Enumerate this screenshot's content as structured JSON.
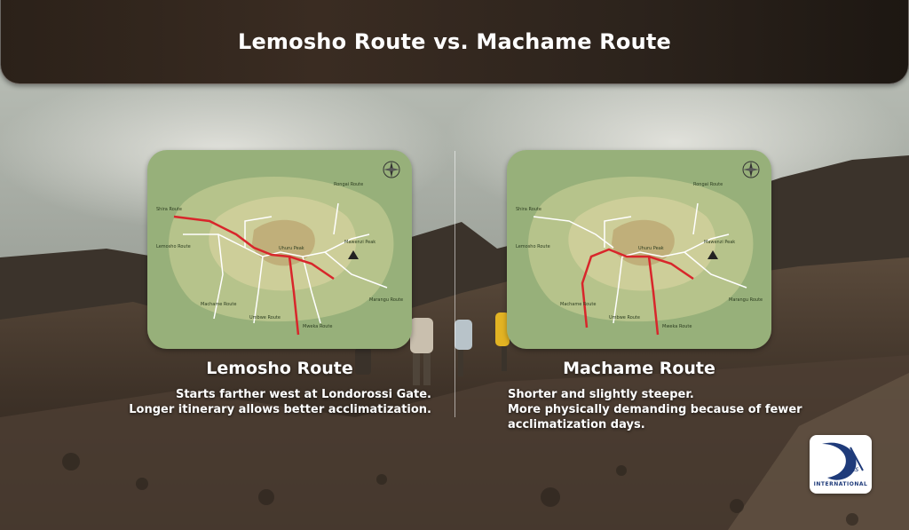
{
  "header": {
    "title": "Lemosho Route vs. Machame Route"
  },
  "left": {
    "route_title": "Lemosho Route",
    "description": [
      "Starts farther west at Londorossi Gate.",
      "Longer itinerary allows better acclimatization."
    ]
  },
  "right": {
    "route_title": "Machame Route",
    "description": [
      "Shorter and slightly steeper.",
      "More physically demanding because of fewer",
      "acclimatization days."
    ]
  },
  "logo": {
    "mark": "pats",
    "text": "INTERNATIONAL"
  },
  "map_labels": {
    "shira": "Shira Route",
    "lemosho": "Lemosho Route",
    "machame": "Machame Route",
    "umbwe": "Umbwe Route",
    "mweka": "Mweka Route",
    "marangu": "Marangu Route",
    "rongai": "Rongai Route",
    "peak": "Mawenzi Peak",
    "uhuru": "Uhuru Peak"
  },
  "colors": {
    "route_red": "#d8262b",
    "map_bg": "#97b07a",
    "header_bg": "#2b2119"
  }
}
